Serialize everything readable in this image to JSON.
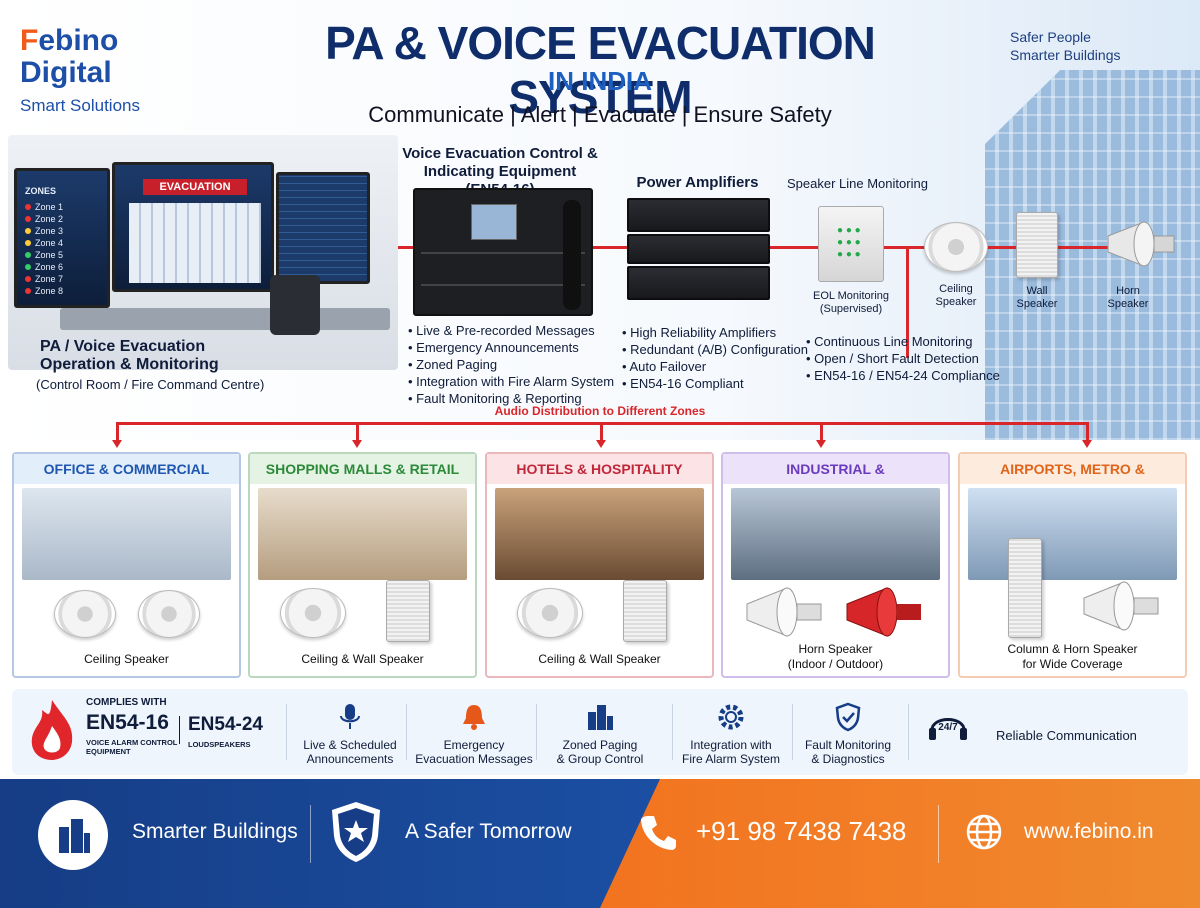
{
  "brand": {
    "line1a": "F",
    "line1b": "ebino",
    "line2": "Digital",
    "line3": "Smart Solutions"
  },
  "header": {
    "title": "PA & VOICE EVACUATION SYSTEM",
    "subtitle": "IN INDIA",
    "tagline": "Communicate  |  Alert  |  Evacuate  |  Ensure Safety",
    "right1": "Safer People",
    "right2": "Smarter Buildings"
  },
  "control_room": {
    "screen_title": "EVACUATION",
    "zones_label": "ZONES",
    "zones": [
      "Zone 1",
      "Zone 2",
      "Zone 3",
      "Zone 4",
      "Zone 5",
      "Zone 6",
      "Zone 7",
      "Zone 8"
    ],
    "title1": "PA / Voice Evacuation",
    "title2": "Operation & Monitoring",
    "sub": "(Control Room / Fire Command Centre)"
  },
  "vecie": {
    "title1": "Voice Evacuation Control &",
    "title2": "Indicating Equipment (EN54-16)",
    "bullets": [
      "• Live & Pre-recorded Messages",
      "• Emergency Announcements",
      "• Zoned Paging",
      "• Integration with Fire Alarm System",
      "• Fault Monitoring & Reporting"
    ]
  },
  "amps": {
    "title": "Power Amplifiers",
    "bullets": [
      "• High Reliability Amplifiers",
      "• Redundant (A/B) Configuration",
      "• Auto Failover",
      "• EN54-16 Compliant"
    ]
  },
  "monitoring": {
    "title": "Speaker Line Monitoring",
    "eol1": "EOL Monitoring",
    "eol2": "(Supervised)",
    "bullets": [
      "• Continuous Line Monitoring",
      "• Open / Short Fault Detection",
      "• EN54-16 / EN54-24 Compliance"
    ]
  },
  "speakers": {
    "ceiling1": "Ceiling",
    "ceiling2": "Speaker",
    "wall1": "Wall",
    "wall2": "Speaker",
    "horn1": "Horn",
    "horn2": "Speaker"
  },
  "distribution": "Audio Distribution to Different Zones",
  "zones": [
    {
      "title": "OFFICE & COMMERCIAL BUILDINGS",
      "caption": "Ceiling Speaker",
      "color": "#1e56b0"
    },
    {
      "title": "SHOPPING MALLS & RETAIL",
      "caption": "Ceiling & Wall Speaker",
      "color": "#2c8a3a"
    },
    {
      "title": "HOTELS & HOSPITALITY",
      "caption": "Ceiling & Wall Speaker",
      "color": "#c0283a"
    },
    {
      "title": "INDUSTRIAL & MANUFACTURING",
      "caption1": "Horn Speaker",
      "caption2": "(Indoor / Outdoor)",
      "color": "#6b3bbd"
    },
    {
      "title": "AIRPORTS, METRO & TRANSPORT",
      "caption1": "Column & Horn Speaker",
      "caption2": "for Wide Coverage",
      "color": "#e0641a"
    }
  ],
  "compliance": {
    "label": "COMPLIES WITH",
    "std1": "EN54-16",
    "std1sub1": "VOICE ALARM CONTROL",
    "std1sub2": "EQUIPMENT",
    "std2": "EN54-24",
    "std2sub": "LOUDSPEAKERS"
  },
  "features": [
    {
      "icon": "microphone-icon",
      "l1": "Live & Scheduled",
      "l2": "Announcements"
    },
    {
      "icon": "bell-icon",
      "l1": "Emergency",
      "l2": "Evacuation Messages"
    },
    {
      "icon": "buildings-icon",
      "l1": "Zoned Paging",
      "l2": "& Group Control"
    },
    {
      "icon": "gear-search-icon",
      "l1": "Integration with",
      "l2": "Fire Alarm System"
    },
    {
      "icon": "shield-check-icon",
      "l1": "Fault Monitoring",
      "l2": "& Diagnostics"
    },
    {
      "icon": "headset-247-icon",
      "badge": "24/7",
      "l1": "Reliable Communication"
    }
  ],
  "footer": {
    "f1": "Smarter Buildings",
    "f2": "A Safer Tomorrow",
    "phone": "+91 98 7438 7438",
    "web": "www.febino.in"
  },
  "colors": {
    "navy": "#163d85",
    "orange": "#f3731f",
    "red": "#d8262a"
  }
}
